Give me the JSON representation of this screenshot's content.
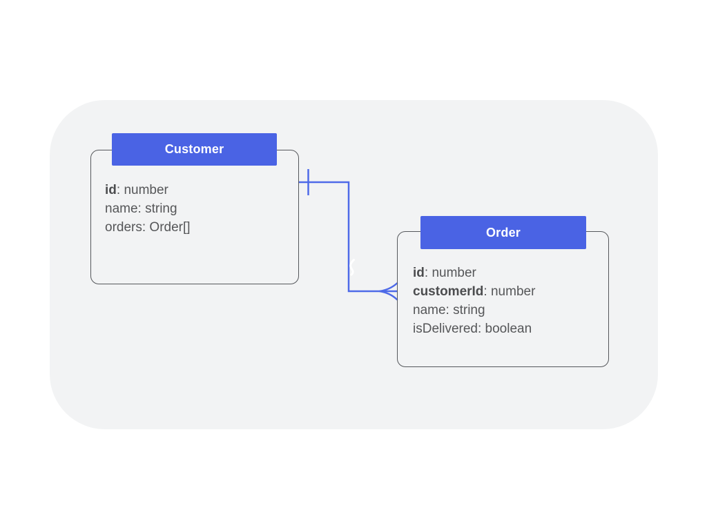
{
  "diagram": {
    "type": "entity-relationship",
    "colors": {
      "canvas_background": "#f2f3f4",
      "page_background": "#ffffff",
      "entity_header_blue": "#4a63e4",
      "entity_header_text": "#ffffff",
      "entity_border_gray": "#54565a",
      "field_text_gray": "#555658",
      "connector_blue": "#4e6ae8"
    },
    "entities": [
      {
        "id": "customer",
        "title": "Customer",
        "fields": [
          {
            "name": "id",
            "type": "number",
            "bold": true
          },
          {
            "name": "name",
            "type": "string",
            "bold": false
          },
          {
            "name": "orders",
            "type": "Order[]",
            "bold": false
          }
        ]
      },
      {
        "id": "order",
        "title": "Order",
        "fields": [
          {
            "name": "id",
            "type": "number",
            "bold": true
          },
          {
            "name": "customerId",
            "type": "number",
            "bold": true
          },
          {
            "name": "name",
            "type": "string",
            "bold": false
          },
          {
            "name": "isDelivered",
            "type": "boolean",
            "bold": false
          }
        ]
      }
    ],
    "relationship": {
      "from_entity": "Customer",
      "to_entity": "Order",
      "from_cardinality": "one",
      "to_cardinality": "many",
      "style": "orthogonal"
    }
  }
}
